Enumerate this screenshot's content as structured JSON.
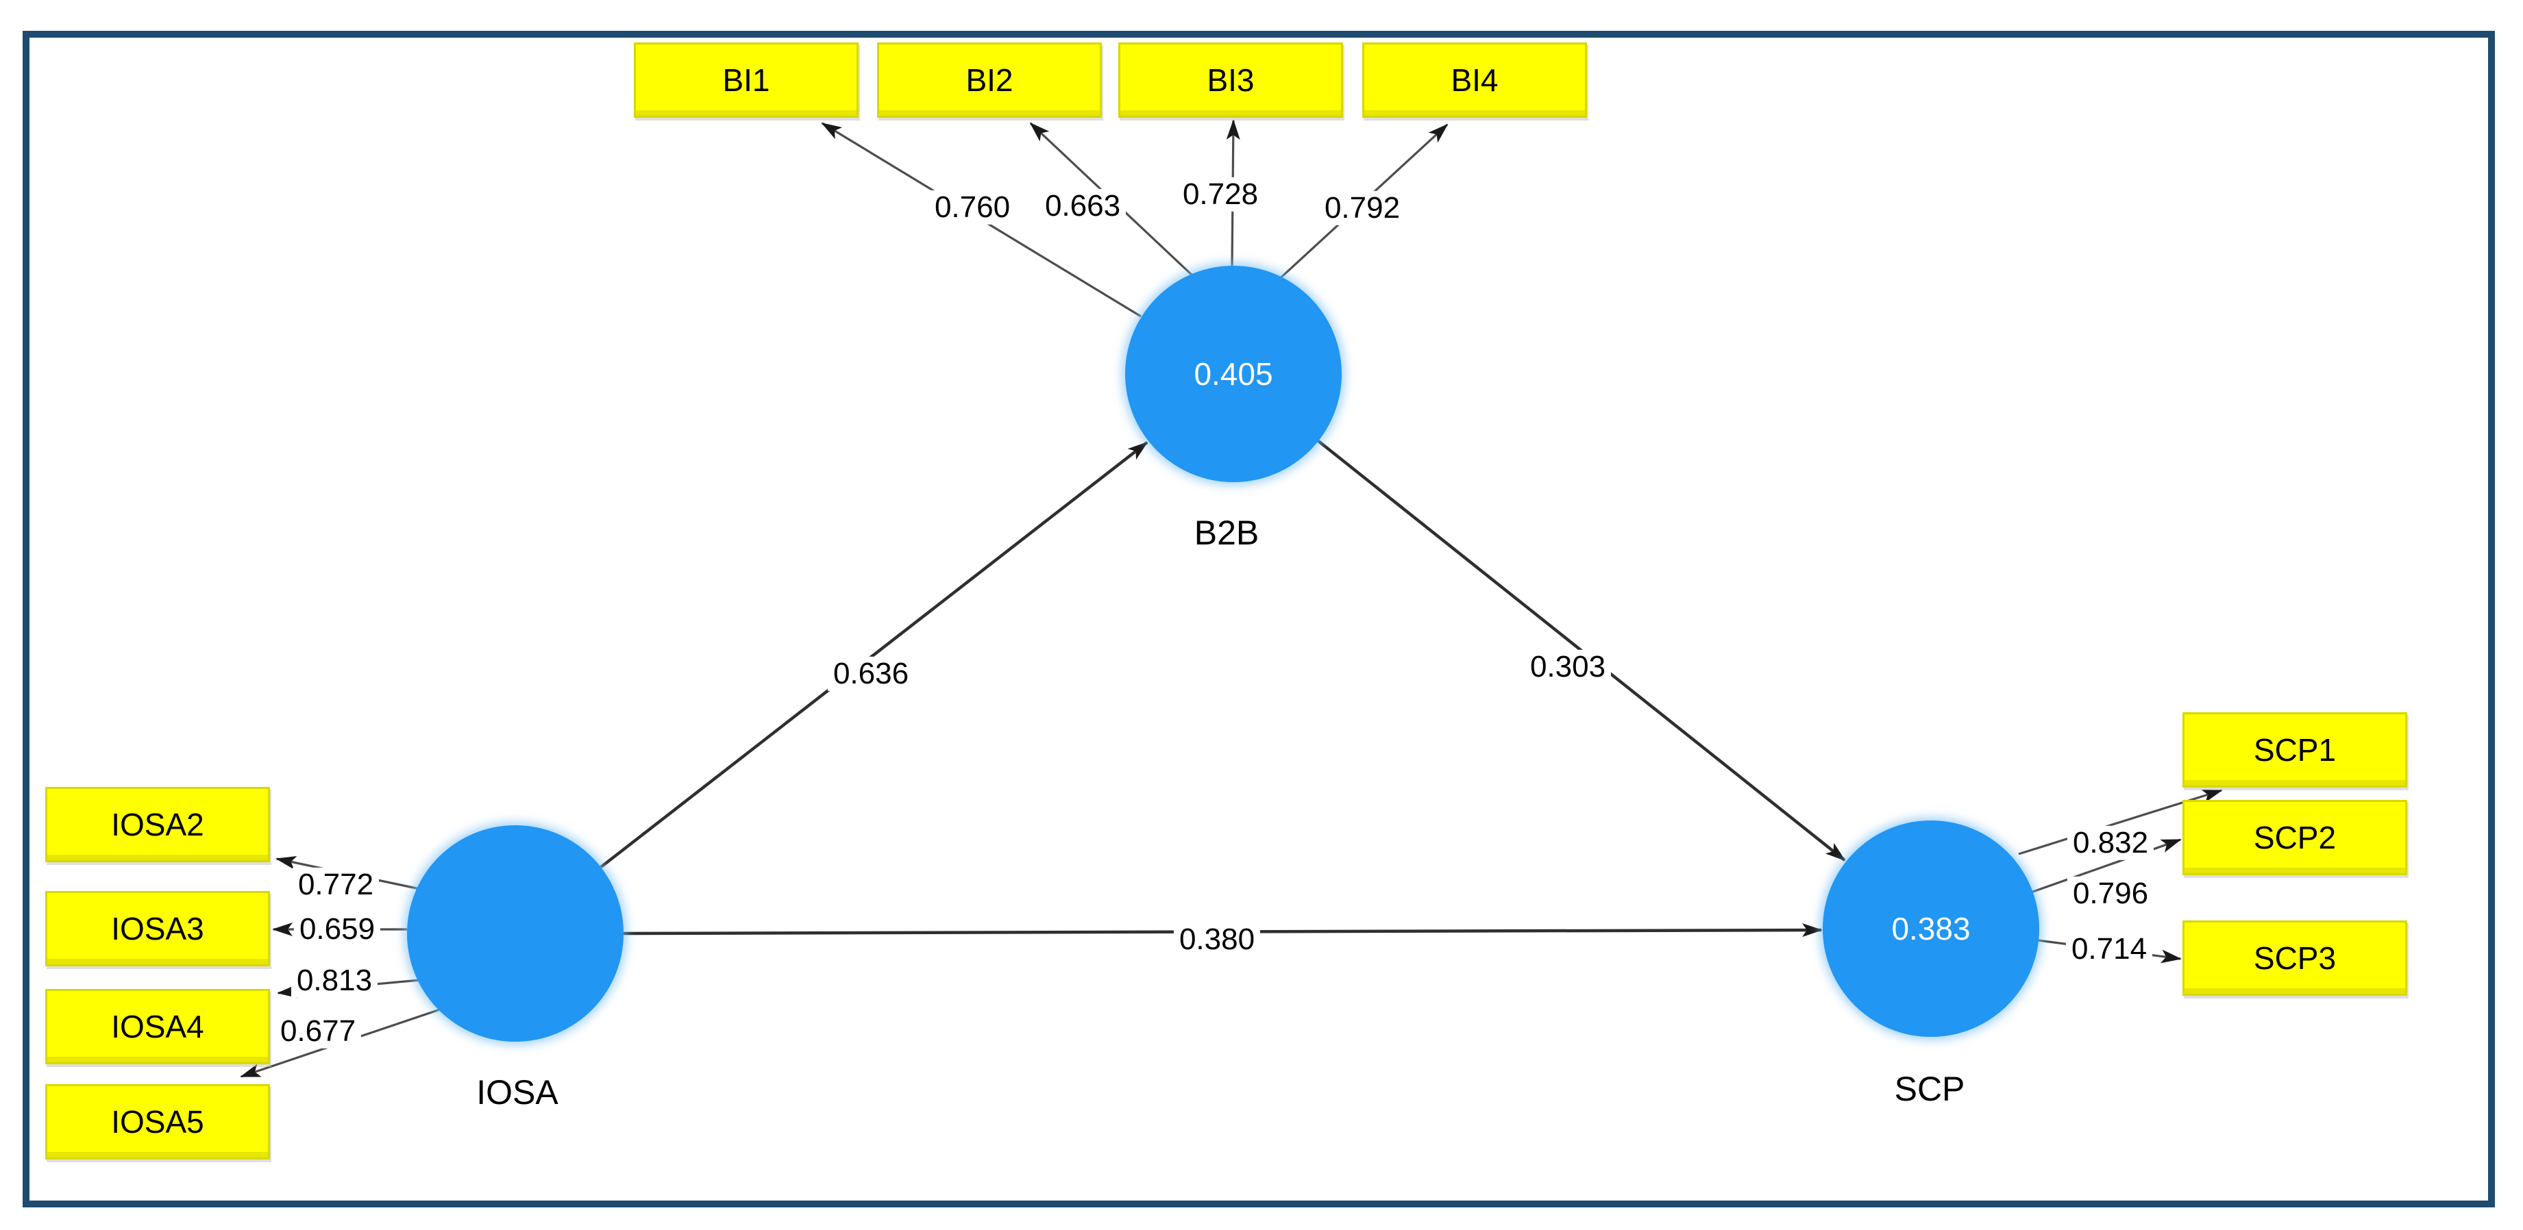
{
  "window": {
    "frame_color": "#1E4B70",
    "background": "#ffffff"
  },
  "colors": {
    "construct_fill": "#2196F3",
    "construct_text": "#ffffff",
    "indicator_fill": "#ffff00",
    "indicator_border": "#d8d800",
    "line_color": "#3a3a3a",
    "label_text": "#000000"
  },
  "model": {
    "type": "pls-sem-path-diagram",
    "constructs": [
      {
        "id": "IOSA",
        "label": "IOSA",
        "r_squared": ""
      },
      {
        "id": "B2B",
        "label": "B2B",
        "r_squared": "0.405"
      },
      {
        "id": "SCP",
        "label": "SCP",
        "r_squared": "0.383"
      }
    ],
    "indicators": [
      {
        "id": "BI1",
        "label": "BI1",
        "construct": "B2B",
        "loading": "0.760"
      },
      {
        "id": "BI2",
        "label": "BI2",
        "construct": "B2B",
        "loading": "0.663"
      },
      {
        "id": "BI3",
        "label": "BI3",
        "construct": "B2B",
        "loading": "0.728"
      },
      {
        "id": "BI4",
        "label": "BI4",
        "construct": "B2B",
        "loading": "0.792"
      },
      {
        "id": "IOSA2",
        "label": "IOSA2",
        "construct": "IOSA",
        "loading": "0.772"
      },
      {
        "id": "IOSA3",
        "label": "IOSA3",
        "construct": "IOSA",
        "loading": "0.659"
      },
      {
        "id": "IOSA4",
        "label": "IOSA4",
        "construct": "IOSA",
        "loading": "0.813"
      },
      {
        "id": "IOSA5",
        "label": "IOSA5",
        "construct": "IOSA",
        "loading": "0.677"
      },
      {
        "id": "SCP1",
        "label": "SCP1",
        "construct": "SCP",
        "loading": "0.832"
      },
      {
        "id": "SCP2",
        "label": "SCP2",
        "construct": "SCP",
        "loading": "0.796"
      },
      {
        "id": "SCP3",
        "label": "SCP3",
        "construct": "SCP",
        "loading": "0.714"
      }
    ],
    "paths": [
      {
        "from": "IOSA",
        "to": "B2B",
        "coefficient": "0.636"
      },
      {
        "from": "B2B",
        "to": "SCP",
        "coefficient": "0.303"
      },
      {
        "from": "IOSA",
        "to": "SCP",
        "coefficient": "0.380"
      }
    ]
  }
}
